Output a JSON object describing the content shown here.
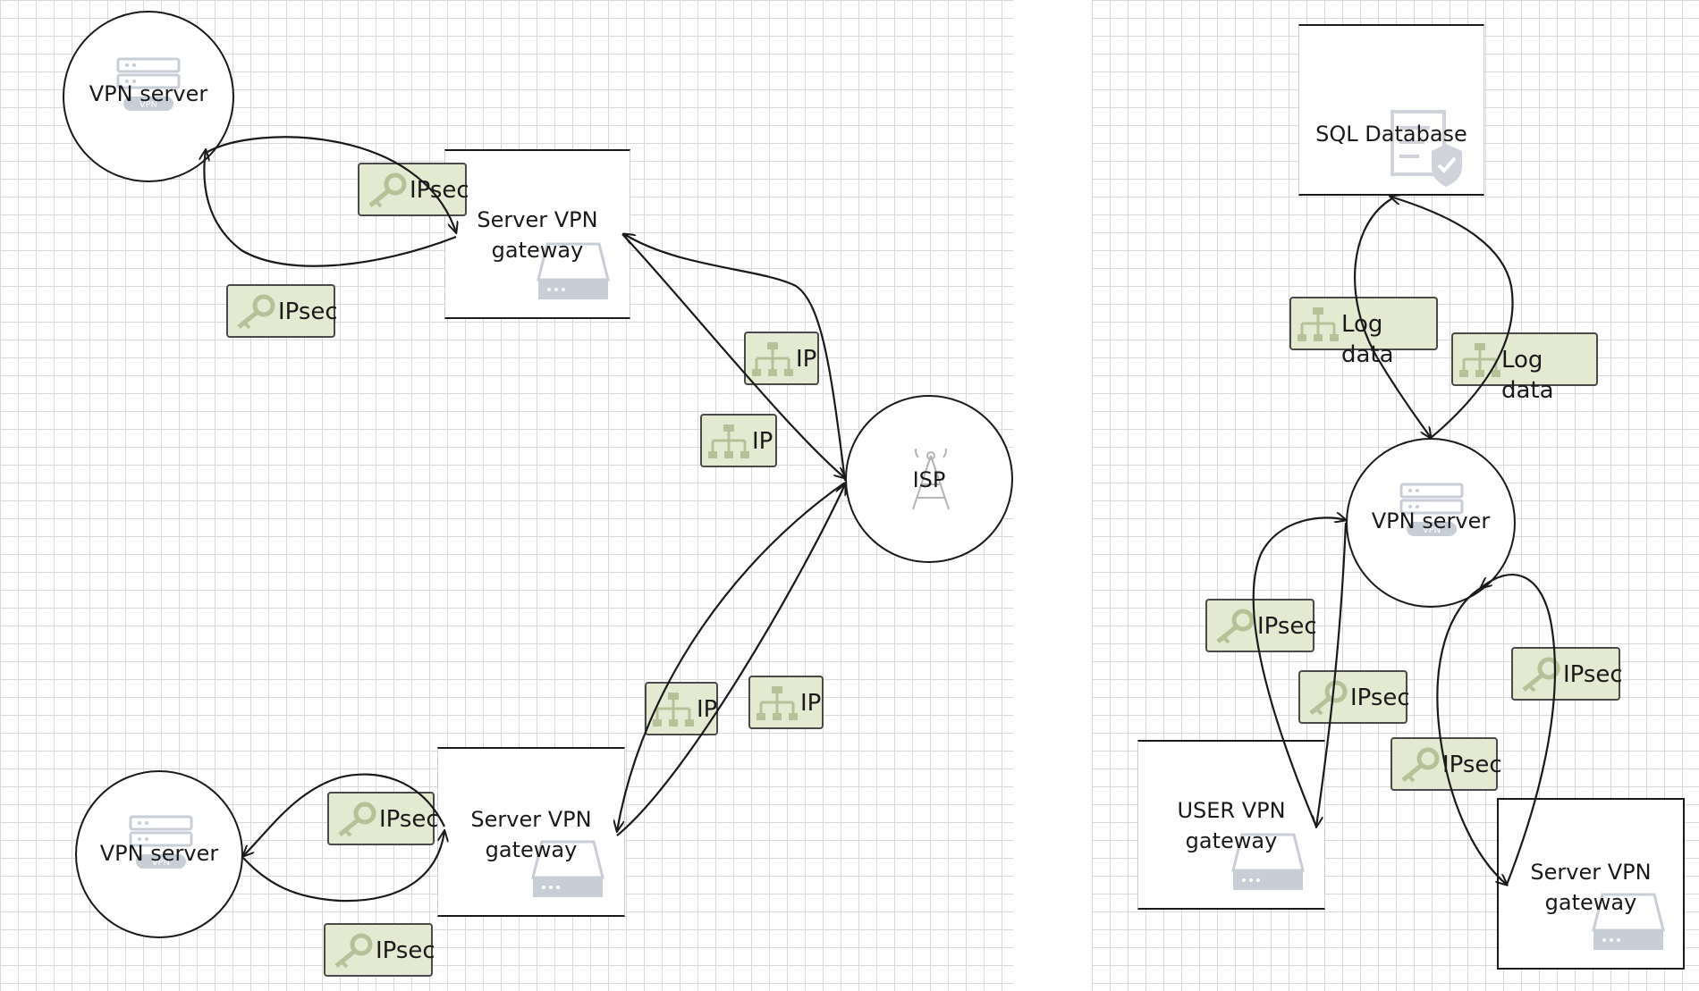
{
  "nodes": {
    "vpn_server_top": "VPN server",
    "vpn_server_top_badge": "VPN",
    "server_vpn_gateway_top": "Server VPN\ngateway",
    "isp": "ISP",
    "vpn_server_bottom": "VPN server",
    "vpn_server_bottom_badge": "VPN",
    "server_vpn_gateway_bottom": "Server VPN\ngateway",
    "sql_database": "SQL Database",
    "vpn_server_right": "VPN server",
    "vpn_server_right_badge": "VPN",
    "user_vpn_gateway": "USER VPN\ngateway",
    "server_vpn_gateway_right": "Server VPN\ngateway"
  },
  "edge_labels": {
    "ipsec_1": "IPsec",
    "ipsec_2": "IPsec",
    "ip_1": "IP",
    "ip_2": "IP",
    "ip_3": "IP",
    "ip_4": "IP",
    "ipsec_3": "IPsec",
    "ipsec_4": "IPsec",
    "log_1": "Log data",
    "log_2": "Log data",
    "ipsec_5": "IPsec",
    "ipsec_6": "IPsec",
    "ipsec_7": "IPsec",
    "ipsec_8": "IPsec"
  },
  "colors": {
    "edge_label_fill": "#e4ead2",
    "stroke": "#1a1a1a",
    "grid": "#d9d9d9"
  }
}
